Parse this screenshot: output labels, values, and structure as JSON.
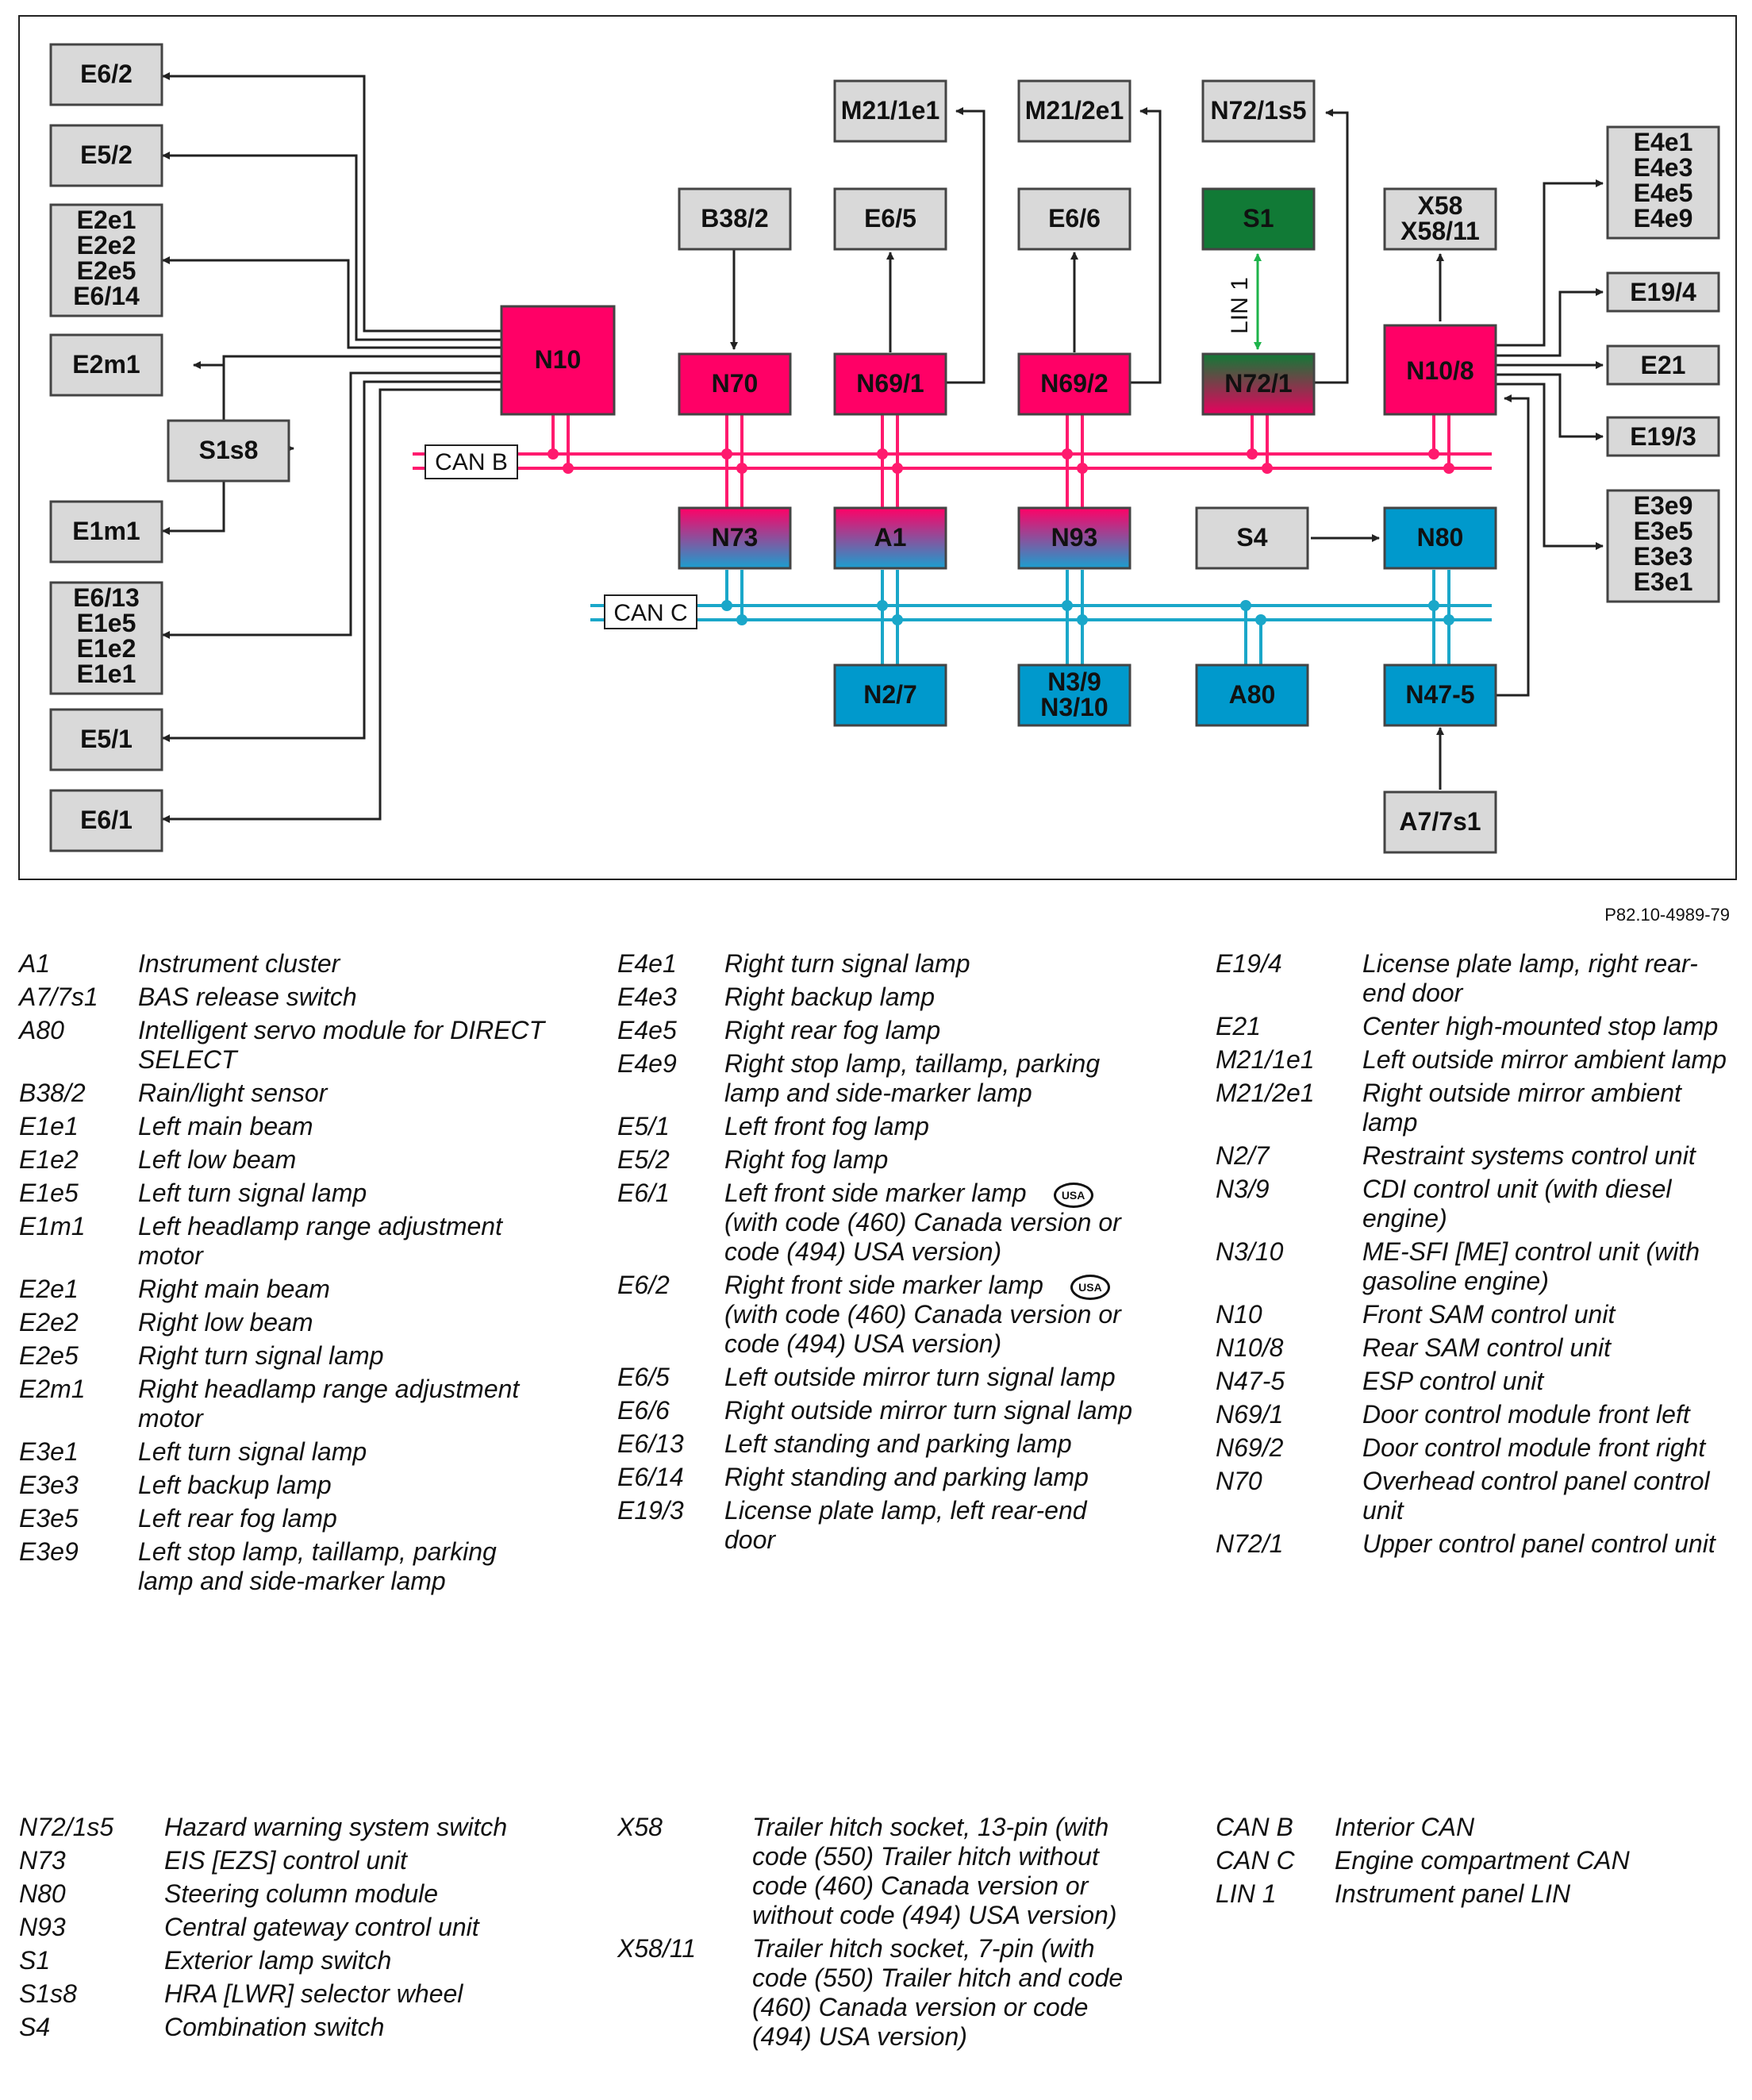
{
  "diagram": {
    "reference": "P82.10-4989-79",
    "bus_labels": {
      "can_b": "CAN B",
      "can_c": "CAN C",
      "lin": "LIN 1"
    },
    "colors": {
      "can_b": "#ff1a6e",
      "can_c": "#1aa7c9",
      "lin": "#1db34a",
      "module_pink": "#ff0066",
      "module_blue": "#0099cc",
      "module_green": "#117a36",
      "component_gray": "#d9d9d9"
    },
    "nodes": {
      "e62": "E6/2",
      "e52": "E5/2",
      "e2group": [
        "E2e1",
        "E2e2",
        "E2e5",
        "E6/14"
      ],
      "e2m1": "E2m1",
      "s1s8": "S1s8",
      "e1m1": "E1m1",
      "e6group": [
        "E6/13",
        "E1e5",
        "E1e2",
        "E1e1"
      ],
      "e51": "E5/1",
      "e61": "E6/1",
      "n10": "N10",
      "b382": "B38/2",
      "n70": "N70",
      "m211e1": "M21/1e1",
      "e65": "E6/5",
      "n691": "N69/1",
      "m212e1": "M21/2e1",
      "e66": "E6/6",
      "n692": "N69/2",
      "n721s5": "N72/1s5",
      "s1": "S1",
      "n721": "N72/1",
      "x58": [
        "X58",
        "X58/11"
      ],
      "n108": "N10/8",
      "e4group": [
        "E4e1",
        "E4e3",
        "E4e5",
        "E4e9"
      ],
      "e194": "E19/4",
      "e21": "E21",
      "e193": "E19/3",
      "e3group": [
        "E3e9",
        "E3e5",
        "E3e3",
        "E3e1"
      ],
      "n73": "N73",
      "a1": "A1",
      "n93": "N93",
      "s4": "S4",
      "n80": "N80",
      "n27": "N2/7",
      "n39": [
        "N3/9",
        "N3/10"
      ],
      "a80": "A80",
      "n475": "N47-5",
      "a77s1": "A7/7s1"
    }
  },
  "legend": {
    "col1": [
      {
        "code": "A1",
        "desc": "Instrument cluster"
      },
      {
        "code": "A7/7s1",
        "desc": "BAS release switch"
      },
      {
        "code": "A80",
        "desc": "Intelligent servo module for DIRECT SELECT"
      },
      {
        "code": "B38/2",
        "desc": "Rain/light sensor"
      },
      {
        "code": "E1e1",
        "desc": "Left main beam"
      },
      {
        "code": "E1e2",
        "desc": "Left low beam"
      },
      {
        "code": "E1e5",
        "desc": "Left turn signal lamp"
      },
      {
        "code": "E1m1",
        "desc": "Left headlamp range adjustment motor"
      },
      {
        "code": "E2e1",
        "desc": "Right main beam"
      },
      {
        "code": "E2e2",
        "desc": "Right low beam"
      },
      {
        "code": "E2e5",
        "desc": "Right turn signal lamp"
      },
      {
        "code": "E2m1",
        "desc": "Right headlamp range adjustment motor"
      },
      {
        "code": "E3e1",
        "desc": "Left turn signal lamp"
      },
      {
        "code": "E3e3",
        "desc": "Left backup lamp"
      },
      {
        "code": "E3e5",
        "desc": "Left rear fog lamp"
      },
      {
        "code": "E3e9",
        "desc": "Left stop lamp, taillamp, parking lamp and side-marker lamp"
      }
    ],
    "col2": [
      {
        "code": "E4e1",
        "desc": "Right turn signal lamp"
      },
      {
        "code": "E4e3",
        "desc": "Right backup lamp"
      },
      {
        "code": "E4e5",
        "desc": "Right rear fog lamp"
      },
      {
        "code": "E4e9",
        "desc": "Right stop lamp, taillamp, parking lamp and side-marker lamp"
      },
      {
        "code": "E5/1",
        "desc": "Left front fog lamp"
      },
      {
        "code": "E5/2",
        "desc": "Right fog lamp"
      },
      {
        "code": "E6/1",
        "desc": "Left front side marker lamp",
        "badge": "USA",
        "desc2": "(with code (460) Canada version or code (494) USA version)"
      },
      {
        "code": "E6/2",
        "desc": "Right front side marker lamp",
        "badge": "USA",
        "desc2": "(with code (460) Canada version or code (494) USA version)"
      },
      {
        "code": "E6/5",
        "desc": "Left outside mirror turn signal lamp"
      },
      {
        "code": "E6/6",
        "desc": "Right outside mirror turn signal lamp"
      },
      {
        "code": "E6/13",
        "desc": "Left standing and parking lamp"
      },
      {
        "code": "E6/14",
        "desc": "Right standing and parking lamp"
      },
      {
        "code": "E19/3",
        "desc": "License plate lamp, left rear-end door"
      }
    ],
    "col3": [
      {
        "code": "E19/4",
        "desc": "License plate lamp, right rear-end door"
      },
      {
        "code": "E21",
        "desc": "Center high-mounted stop lamp"
      },
      {
        "code": "M21/1e1",
        "desc": "Left outside mirror ambient lamp"
      },
      {
        "code": "M21/2e1",
        "desc": "Right outside mirror ambient lamp"
      },
      {
        "code": "N2/7",
        "desc": "Restraint systems control unit"
      },
      {
        "code": "N3/9",
        "desc": "CDI control unit (with diesel engine)"
      },
      {
        "code": "N3/10",
        "desc": "ME-SFI [ME] control unit (with gasoline engine)"
      },
      {
        "code": "N10",
        "desc": "Front SAM control unit"
      },
      {
        "code": "N10/8",
        "desc": "Rear SAM control unit"
      },
      {
        "code": "N47-5",
        "desc": "ESP control unit"
      },
      {
        "code": "N69/1",
        "desc": "Door control module front left"
      },
      {
        "code": "N69/2",
        "desc": "Door control module front right"
      },
      {
        "code": "N70",
        "desc": "Overhead control panel control unit"
      },
      {
        "code": "N72/1",
        "desc": "Upper control panel control unit"
      }
    ],
    "col4": [
      {
        "code": "N72/1s5",
        "desc": "Hazard warning system switch"
      },
      {
        "code": "N73",
        "desc": "EIS [EZS] control unit"
      },
      {
        "code": "N80",
        "desc": "Steering column module"
      },
      {
        "code": "N93",
        "desc": "Central gateway control unit"
      },
      {
        "code": "S1",
        "desc": "Exterior lamp switch"
      },
      {
        "code": "S1s8",
        "desc": "HRA [LWR] selector wheel"
      },
      {
        "code": "S4",
        "desc": "Combination switch"
      }
    ],
    "col5": [
      {
        "code": "X58",
        "desc": "Trailer hitch socket, 13-pin (with code (550) Trailer hitch without code (460) Canada version or without code (494) USA version)"
      },
      {
        "code": "X58/11",
        "desc": "Trailer hitch socket, 7-pin (with code (550) Trailer hitch and code (460) Canada version or code (494) USA version)"
      }
    ],
    "col6": [
      {
        "code": "CAN B",
        "desc": "Interior CAN"
      },
      {
        "code": "CAN C",
        "desc": "Engine compartment CAN"
      },
      {
        "code": "LIN 1",
        "desc": "Instrument panel LIN"
      }
    ]
  }
}
